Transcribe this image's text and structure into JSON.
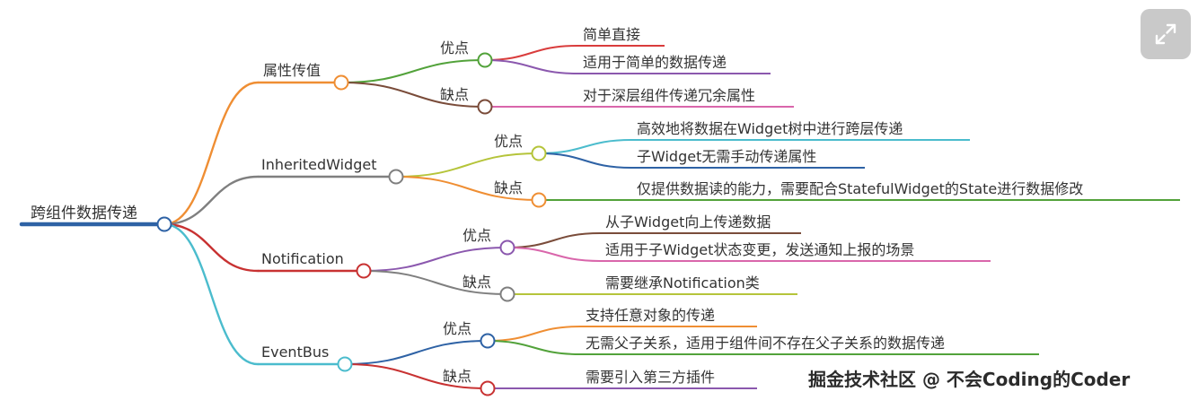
{
  "root": {
    "label": "跨组件数据传递",
    "color": "#2e62a5"
  },
  "branches": [
    {
      "label": "属性传值",
      "color": "#ef8e33",
      "groups": [
        {
          "label": "优点",
          "color": "#52a23a",
          "items": [
            {
              "text": "简单直接",
              "color": "#d93c3c"
            },
            {
              "text": "适用于简单的数据传递",
              "color": "#8b58ae"
            }
          ]
        },
        {
          "label": "缺点",
          "color": "#7a4c3a",
          "items": [
            {
              "text": "对于深层组件传递冗余属性",
              "color": "#d966ab"
            }
          ]
        }
      ]
    },
    {
      "label": "InheritedWidget",
      "color": "#7f7f7f",
      "groups": [
        {
          "label": "优点",
          "color": "#b5c43a",
          "items": [
            {
              "text": "高效地将数据在Widget树中进行跨层传递",
              "color": "#4bbccd"
            },
            {
              "text": "子Widget无需手动传递属性",
              "color": "#2e62a5"
            }
          ]
        },
        {
          "label": "缺点",
          "color": "#ef8e33",
          "items": [
            {
              "text": "仅提供数据读的能力，需要配合StatefulWidget的State进行数据修改",
              "color": "#52a23a"
            }
          ]
        }
      ]
    },
    {
      "label": "Notification",
      "color": "#c83232",
      "groups": [
        {
          "label": "优点",
          "color": "#8b58ae",
          "items": [
            {
              "text": "从子Widget向上传递数据",
              "color": "#7a4c3a"
            },
            {
              "text": "适用于子Widget状态变更，发送通知上报的场景",
              "color": "#d966ab"
            }
          ]
        },
        {
          "label": "缺点",
          "color": "#7f7f7f",
          "items": [
            {
              "text": "需要继承Notification类",
              "color": "#b5c43a"
            }
          ]
        }
      ]
    },
    {
      "label": "EventBus",
      "color": "#4bbccd",
      "groups": [
        {
          "label": "优点",
          "color": "#2e62a5",
          "items": [
            {
              "text": "支持任意对象的传递",
              "color": "#ef8e33"
            },
            {
              "text": "无需父子关系，适用于组件间不存在父子关系的数据传递",
              "color": "#52a23a"
            }
          ]
        },
        {
          "label": "缺点",
          "color": "#c83232",
          "items": [
            {
              "text": "需要引入第三方插件",
              "color": "#8b58ae"
            }
          ]
        }
      ]
    }
  ],
  "watermark": "掘金技术社区 @ 不会Coding的Coder",
  "expand_icon": "expand-arrows-icon"
}
